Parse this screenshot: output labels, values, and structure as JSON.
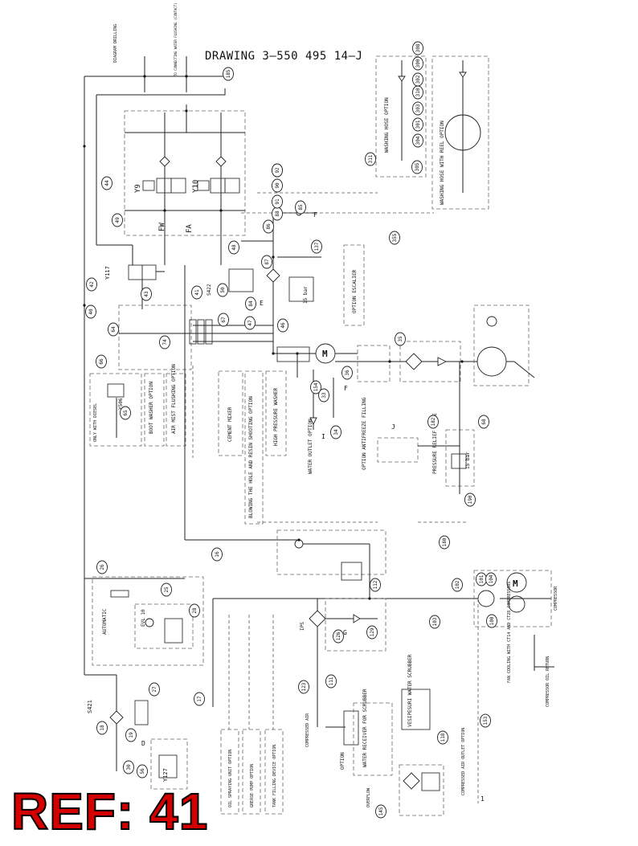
{
  "drawing_title": "DRAWING 3—550 495 14—J",
  "ref_label": "REF: 41",
  "texts": {
    "washing_hose_option": "WASHING HOSE OPTION",
    "washing_hose_with_reel": "WASHING HOSE WITH REEL OPTION",
    "option_escalier": "OPTION ESCALIER",
    "water_outlet_option": "WATER OUTLET OPTION",
    "option_antifreeze": "OPTION ANTIFREEZE FILLING",
    "pressure_relief": "PRESSURE RELIEF VALUE",
    "boot_washer": "BOOT WASHER OPTION",
    "air_mist": "AIR MIST FLUSHING OPTION",
    "cement_mixer": "CEMENT MIXER",
    "blowing_hole": "BLOWING THE HOLE AND RESIN SHOOTING OPTION",
    "high_pressure_washer": "HIGH PRESSURE WASHER",
    "only_with_diesel": "ONLY WITH DIESEL",
    "water_receiver": "WATER RECEIVER FOR SCRUBBER",
    "option_low": "OPTION",
    "vesipesuri": "VESIPESURI WATER SCRUBBER",
    "compressed_air": "COMPRESSED AIR",
    "compressed_air_outlet": "COMPRESSED AIR OUTLET OPTION",
    "oil_spraying": "OIL SPRAYING UNIT OPTION",
    "grease_pump": "GREASE PUMP OPTION",
    "tank_filling": "TANK FILLING DEVICE OPTION",
    "fan_cooling": "FAN COOLING WITH CT14 AND CT28 COMPRESSORS",
    "compressor": "COMPRESSOR",
    "compressor_oil": "COMPRESSOR OIL RETURN",
    "automatic": "AUTOMATIC",
    "drilling": "DIAGRAM DRILLING",
    "to_connecting": "TO CONNECTING WATER FLUSHING (CONTACT)",
    "overflow": "OVERFLOW"
  },
  "letters": {
    "fw": "FW",
    "fa": "FA",
    "y9": "Y9",
    "y10": "Y10",
    "y117": "Y117",
    "y127": "Y127",
    "y506": "Y506",
    "s422": "S422",
    "s421": "S421",
    "e": "E",
    "f_upper": "F",
    "f_mid": "F",
    "i": "I",
    "j": "J",
    "g": "G",
    "d": "D",
    "one": "1",
    "m1": "M",
    "m2": "M",
    "bar15a": "15 bar",
    "bar15b": "15 bar",
    "ips": "IPS",
    "evl": "EVL 10"
  },
  "callouts": [
    "185",
    "44",
    "49",
    "48",
    "42",
    "41",
    "40",
    "43",
    "74",
    "64",
    "66",
    "65",
    "67",
    "47",
    "50",
    "84",
    "86",
    "87",
    "85",
    "88",
    "89",
    "90",
    "91",
    "92",
    "137",
    "46",
    "33",
    "35",
    "34",
    "36",
    "154",
    "311",
    "305",
    "355",
    "300",
    "302",
    "310",
    "303",
    "301",
    "304",
    "182",
    "190",
    "68",
    "180",
    "112",
    "16",
    "26",
    "25",
    "28",
    "27",
    "17",
    "19",
    "18",
    "30",
    "56",
    "102",
    "101",
    "104",
    "100",
    "103",
    "126",
    "129",
    "123",
    "111",
    "118",
    "153",
    "145",
    "308"
  ]
}
